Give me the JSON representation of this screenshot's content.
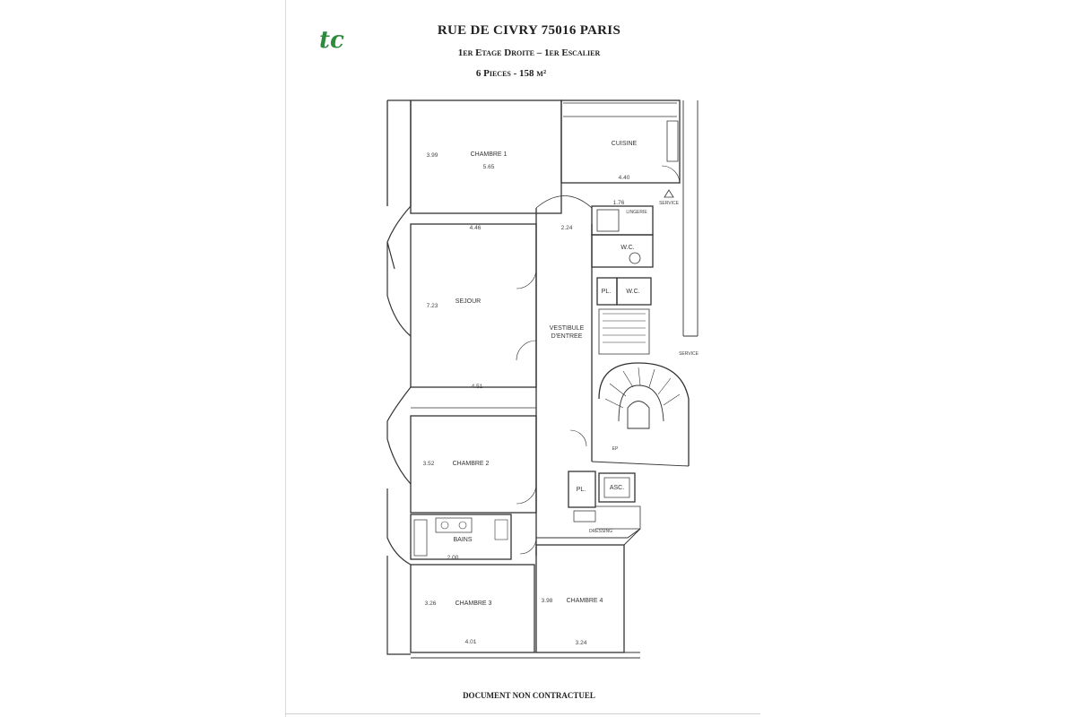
{
  "header": {
    "title": "RUE DE CIVRY 75016 PARIS",
    "subtitle": "1er Etage Droite – 1er Escalier",
    "summary": "6 Pieces - 158 m²"
  },
  "logo": {
    "text": "tc",
    "color": "#2e8b3e"
  },
  "footer": "DOCUMENT NON CONTRACTUEL",
  "rooms": {
    "chambre1": "CHAMBRE 1",
    "cuisine": "CUISINE",
    "lingerie": "LINGERIE",
    "wc1": "W.C.",
    "pl1": "PL.",
    "wc2": "W.C.",
    "sejour": "SEJOUR",
    "vestibule_l1": "VESTIBULE",
    "vestibule_l2": "D'ENTREE",
    "chambre2": "CHAMBRE 2",
    "pl2": "PL.",
    "asc": "ASC.",
    "bains": "BAINS",
    "dressing": "DRESSING",
    "chambre3": "CHAMBRE 3",
    "chambre4": "CHAMBRE 4",
    "ep": "EP",
    "service": "SERVICE"
  },
  "dimensions": {
    "c1_h": "3.99",
    "c1_w": "5.65",
    "c1_b": "4.46",
    "cu_w": "4.40",
    "cu_b": "1.76",
    "ve_w": "2.24",
    "se_h": "7.23",
    "se_w": "4.51",
    "c2_h": "3.52",
    "ba_w": "2.00",
    "c3_h": "3.26",
    "c3_w": "4.01",
    "c4_h": "3.98",
    "c4_w": "3.24"
  }
}
